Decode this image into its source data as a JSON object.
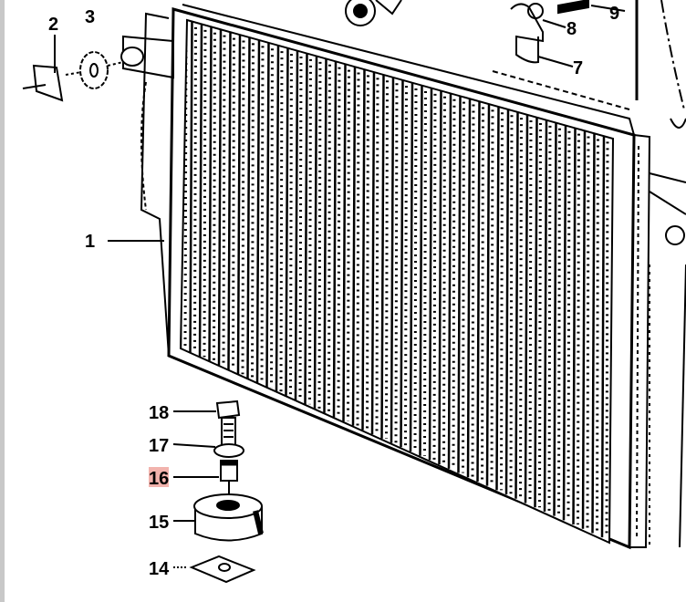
{
  "diagram": {
    "callouts": [
      {
        "number": "1",
        "highlighted": false
      },
      {
        "number": "2",
        "highlighted": false
      },
      {
        "number": "3",
        "highlighted": false
      },
      {
        "number": "7",
        "highlighted": false
      },
      {
        "number": "8",
        "highlighted": false
      },
      {
        "number": "9",
        "highlighted": false
      },
      {
        "number": "14",
        "highlighted": false
      },
      {
        "number": "15",
        "highlighted": false
      },
      {
        "number": "16",
        "highlighted": true
      },
      {
        "number": "17",
        "highlighted": false
      },
      {
        "number": "18",
        "highlighted": false
      }
    ],
    "highlight_color": "#f2b3ad"
  }
}
